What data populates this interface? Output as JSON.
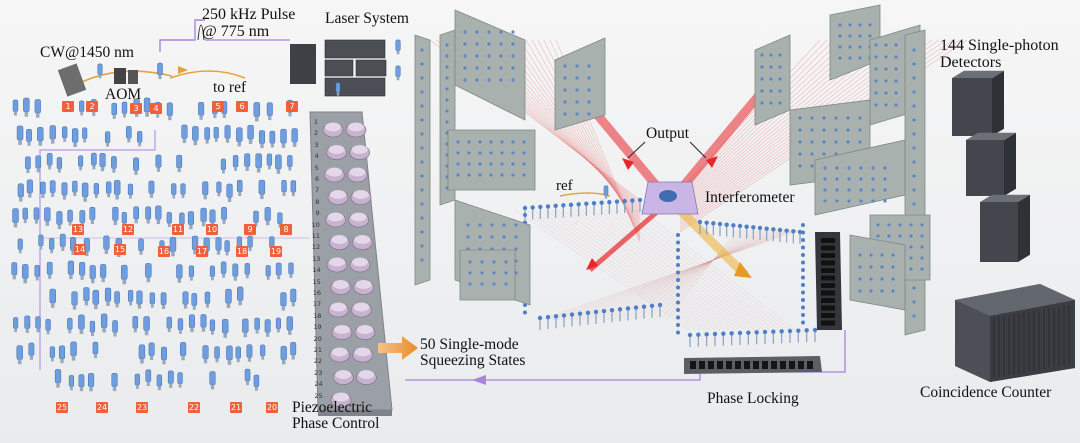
{
  "labels": {
    "pulse": "250 kHz Pulse\n@ 775 nm",
    "laser_system": "Laser System",
    "cw": "CW@1450 nm",
    "aom": "AOM",
    "to_ref": "to ref",
    "detectors": "144 Single-photon\nDetectors",
    "output": "Output",
    "ref": "ref",
    "interferometer": "Interferometer",
    "squeezing": "50 Single-mode\nSqueezing States",
    "piezo": "Piezoelectric\nPhase Control",
    "phase_locking": "Phase Locking",
    "coincidence": "Coincidence Counter"
  },
  "source_badges": [
    "1",
    "2",
    "3",
    "4",
    "5",
    "6",
    "7",
    "8",
    "9",
    "10",
    "11",
    "12",
    "13",
    "14",
    "15",
    "16",
    "17",
    "18",
    "19",
    "20",
    "21",
    "22",
    "23",
    "24",
    "25"
  ],
  "piezo_numbers": [
    "1",
    "2",
    "3",
    "4",
    "5",
    "6",
    "7",
    "8",
    "9",
    "10",
    "11",
    "12",
    "13",
    "14",
    "15",
    "16",
    "17",
    "18",
    "19",
    "20",
    "21",
    "22",
    "23",
    "24",
    "25"
  ],
  "colors": {
    "background": "#f4f4f4",
    "optics_blue": "#5b8fd6",
    "badge": "#f0603c",
    "laser_red": "#e8262c",
    "fiber_orange": "#e6a23a",
    "fiber_purple": "#a884e0",
    "panel_gray": "#a9b1ae"
  }
}
